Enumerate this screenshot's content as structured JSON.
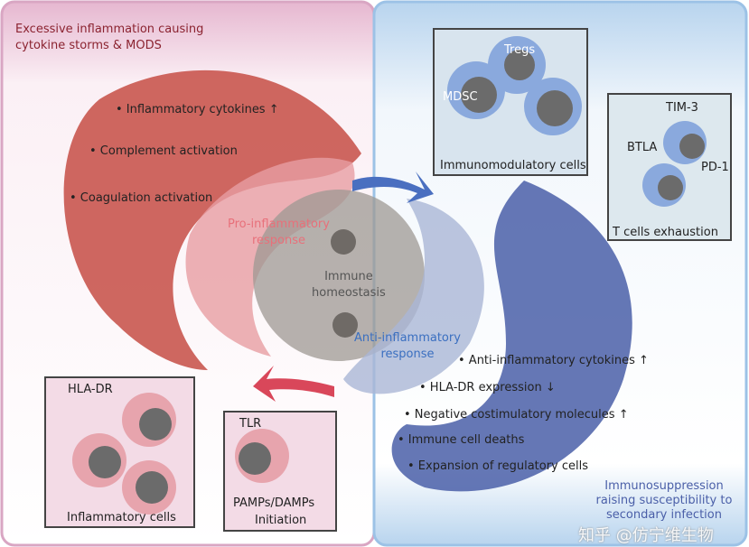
{
  "left_panel": {
    "title_line1": "Excessive inflammation causing",
    "title_line2": "cytokine storms & MODS",
    "color": "#c0504d"
  },
  "pro_items": [
    "• Inflammatory cytokines ↑",
    "• Complement activation",
    "• Coagulation activation"
  ],
  "pro_label_line1": "Pro-inflammatory",
  "pro_label_line2": "response",
  "center_line1": "Immune",
  "center_line2": "homeostasis",
  "anti_label_line1": "Anti-inflammatory",
  "anti_label_line2": "response",
  "anti_items": [
    "• Anti-inflammatory cytokines ↑",
    "• HLA-DR expression ↓",
    "• Negative costimulatory molecules ↑",
    "• Immune cell deaths",
    "• Expansion of regulatory cells"
  ],
  "right_panel": {
    "line1": "Immunosuppression",
    "line2": "raising susceptibility to",
    "line3": "secondary infection",
    "color": "#4a5fa8"
  },
  "boxes": {
    "immunomod": {
      "caption": "Immunomodulatory cells",
      "mdsc": "MDSC",
      "tregs": "Tregs"
    },
    "exhaustion": {
      "caption": "T cells exhaustion",
      "tim3": "TIM-3",
      "btla": "BTLA",
      "pd1": "PD-1"
    },
    "inflammatory": {
      "caption": "Inflammatory cells",
      "hladr": "HLA-DR"
    },
    "initiation": {
      "caption": "Initiation",
      "tlr": "TLR",
      "pamps": "PAMPs/DAMPs"
    }
  },
  "watermark": "知乎 @仿宁维生物"
}
